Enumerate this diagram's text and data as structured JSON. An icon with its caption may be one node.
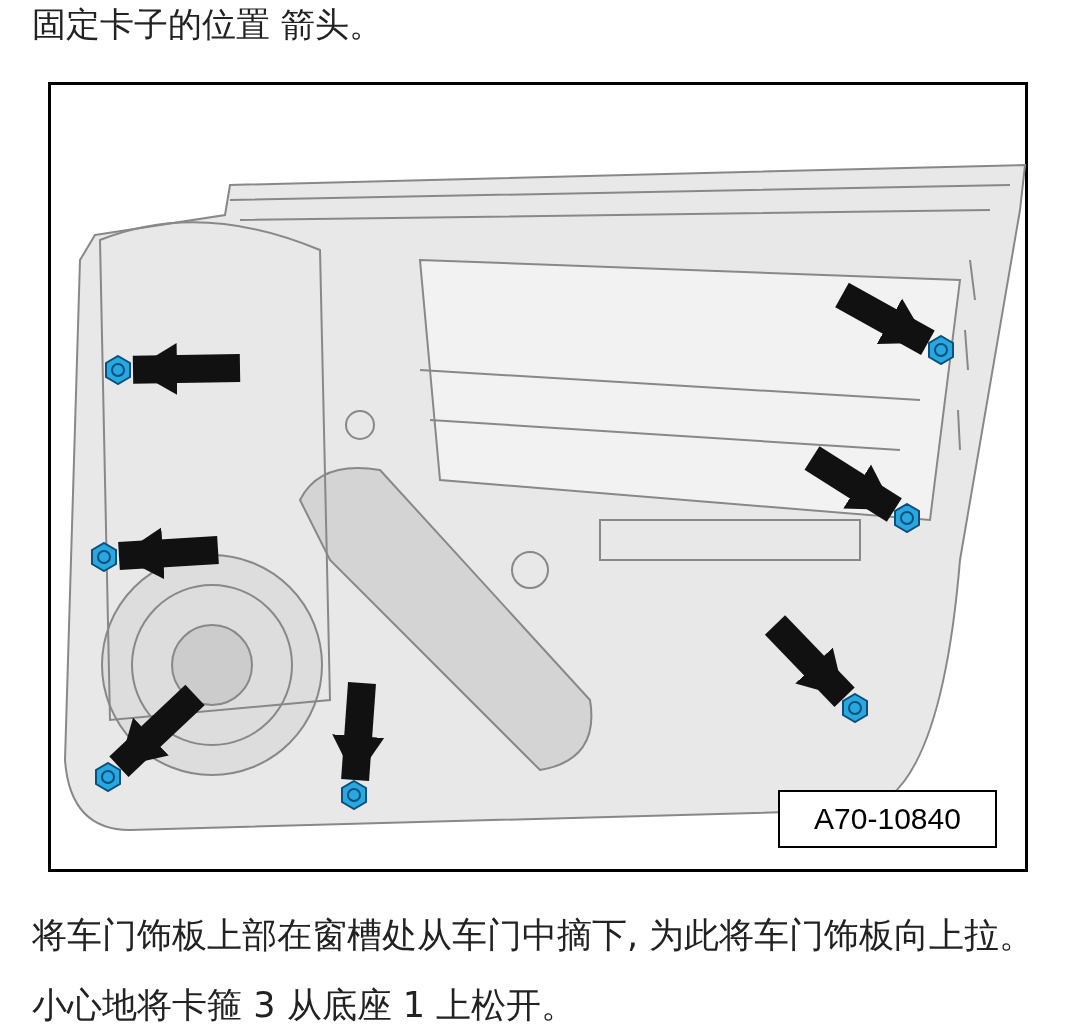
{
  "diagram": {
    "title": "固定卡子的位置 箭头。",
    "caption": "将车门饰板上部在窗槽处从车门中摘下, 为此将车门饰板向上拉。小心地将卡箍 3 从底座 1 上松开。",
    "nodes": [
      {
        "text": [],
        "shape": "hexagon"
      },
      {
        "text": [],
        "shape": "hexagon"
      },
      {
        "text": [],
        "shape": "hexagon"
      },
      {
        "text": [],
        "shape": "hexagon"
      },
      {
        "text": [],
        "shape": "hexagon"
      },
      {
        "text": [],
        "shape": "hexagon"
      },
      {
        "text": [],
        "shape": "hexagon"
      }
    ],
    "edges": [
      {
        "from": null,
        "to": 0,
        "arrow": "to"
      },
      {
        "from": null,
        "to": 1,
        "arrow": "to"
      },
      {
        "from": null,
        "to": 2,
        "arrow": "to"
      },
      {
        "from": null,
        "to": 3,
        "arrow": "to"
      },
      {
        "from": null,
        "to": 4,
        "arrow": "to"
      },
      {
        "from": null,
        "to": 5,
        "arrow": "to"
      },
      {
        "from": null,
        "to": 6,
        "arrow": "to"
      }
    ],
    "labels": [
      "A70-10840"
    ]
  }
}
